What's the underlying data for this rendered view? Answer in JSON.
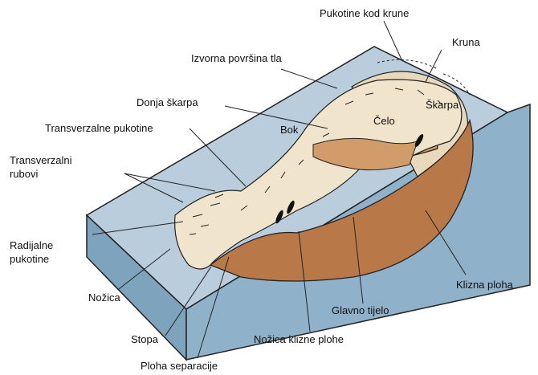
{
  "labels": {
    "pukotine_kod_krune": "Pukotine kod krune",
    "kruna": "Kruna",
    "izvorna_povrsina_tla": "Izvorna površina tla",
    "donja_skarpa": "Donja škarpa",
    "skarpa": "Škarpa",
    "celo": "Čelo",
    "bok": "Bok",
    "transverzalne_pukotine": "Transverzalne pukotine",
    "transverzalni_rubovi": "Transverzalni\nrubovi",
    "radijalne_pukotine": "Radijalne\npukotine",
    "nozica": "Nožica",
    "klizna_ploha": "Klizna ploha",
    "glavno_tijelo": "Glavno tijelo",
    "stopa": "Stopa",
    "nozica_klizne_plohe": "Nožica klizne plohe",
    "ploha_separacije": "Ploha separacije"
  },
  "colors": {
    "ground_top": "#b9cddd",
    "ground_side": "#8fb1c9",
    "ground_front": "#7ea3bd",
    "slide_body": "#b87848",
    "slide_light": "#d29c6a",
    "deposit": "#f1e4cc",
    "outline": "#222222"
  }
}
